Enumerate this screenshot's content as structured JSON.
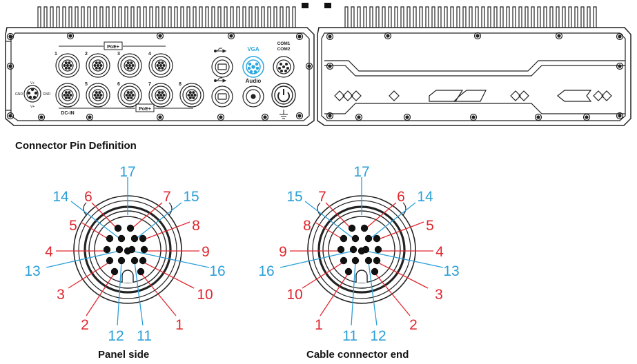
{
  "device": {
    "poe_label": "PoE+",
    "port_numbers": [
      "1",
      "2",
      "3",
      "4",
      "5",
      "6",
      "7",
      "8"
    ],
    "dc_in_label": "DC-IN",
    "vga_label": "VGA",
    "audio_label": "Audio",
    "com_labels": [
      "COM1",
      "COM2"
    ],
    "dc_in_side_labels": [
      "V+",
      "GND",
      "GND",
      "V+"
    ]
  },
  "title": "Connector Pin Definition",
  "panel_caption": "Panel side",
  "cable_caption": "Cable connector end",
  "colors": {
    "red_pin": "#e0262e",
    "blue_pin": "#2a9fd8",
    "vga": "#2aa8e0",
    "line": "#222222"
  },
  "panel_side": {
    "labels": [
      {
        "text": "17",
        "color": "blue"
      },
      {
        "text": "14",
        "color": "blue"
      },
      {
        "text": "6",
        "color": "red"
      },
      {
        "text": "7",
        "color": "red"
      },
      {
        "text": "15",
        "color": "blue"
      },
      {
        "text": "5",
        "color": "red"
      },
      {
        "text": "8",
        "color": "red"
      },
      {
        "text": "4",
        "color": "red"
      },
      {
        "text": "9",
        "color": "red"
      },
      {
        "text": "13",
        "color": "blue"
      },
      {
        "text": "16",
        "color": "blue"
      },
      {
        "text": "3",
        "color": "red"
      },
      {
        "text": "10",
        "color": "red"
      },
      {
        "text": "2",
        "color": "red"
      },
      {
        "text": "1",
        "color": "red"
      },
      {
        "text": "12",
        "color": "blue"
      },
      {
        "text": "11",
        "color": "blue"
      }
    ]
  },
  "cable_side": {
    "labels": [
      {
        "text": "17",
        "color": "blue"
      },
      {
        "text": "15",
        "color": "blue"
      },
      {
        "text": "7",
        "color": "red"
      },
      {
        "text": "6",
        "color": "red"
      },
      {
        "text": "14",
        "color": "blue"
      },
      {
        "text": "8",
        "color": "red"
      },
      {
        "text": "5",
        "color": "red"
      },
      {
        "text": "9",
        "color": "red"
      },
      {
        "text": "4",
        "color": "red"
      },
      {
        "text": "16",
        "color": "blue"
      },
      {
        "text": "13",
        "color": "blue"
      },
      {
        "text": "10",
        "color": "red"
      },
      {
        "text": "3",
        "color": "red"
      },
      {
        "text": "1",
        "color": "red"
      },
      {
        "text": "2",
        "color": "red"
      },
      {
        "text": "11",
        "color": "blue"
      },
      {
        "text": "12",
        "color": "blue"
      }
    ]
  }
}
